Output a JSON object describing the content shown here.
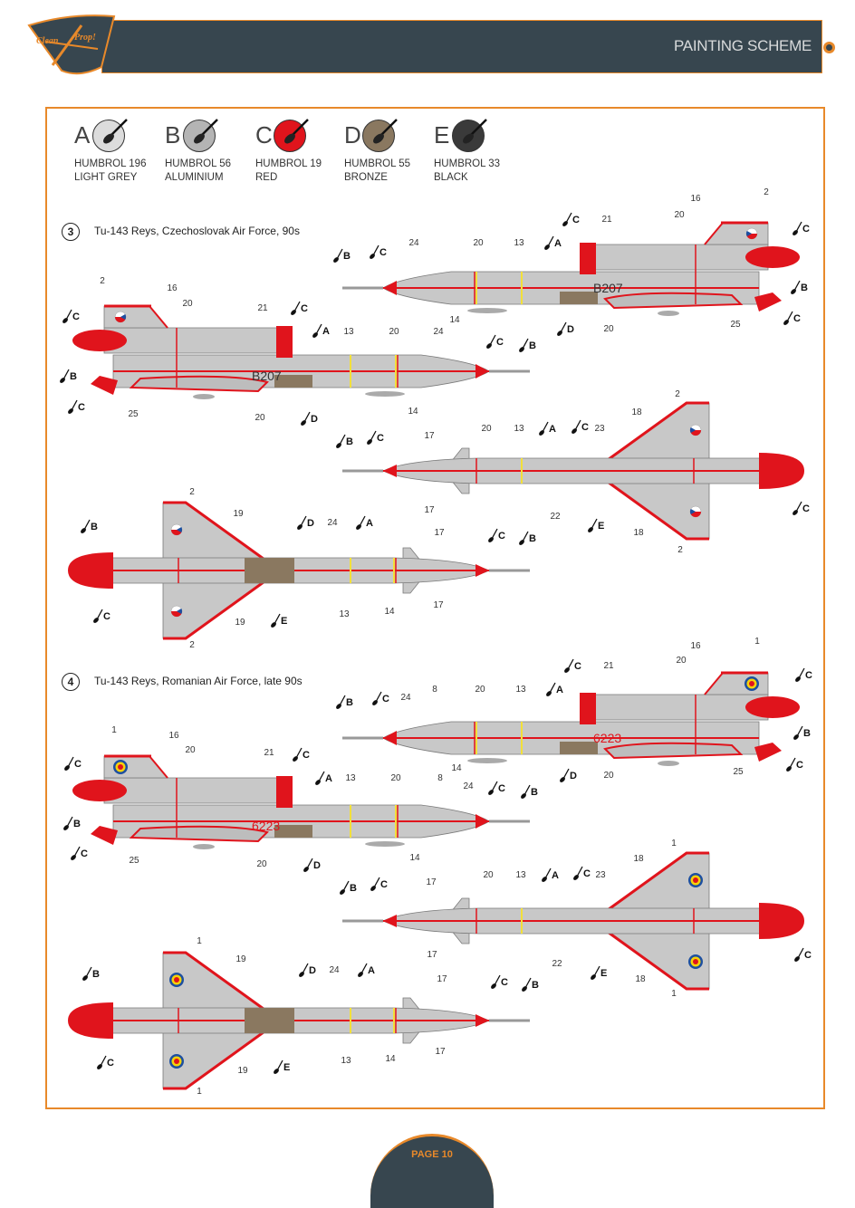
{
  "header": {
    "brand": "Clean Prop",
    "title": "PAINTING SCHEME"
  },
  "paints": [
    {
      "letter": "A",
      "code": "HUMBROL 196",
      "name": "LIGHT GREY",
      "color": "#dcdcdc"
    },
    {
      "letter": "B",
      "code": "HUMBROL 56",
      "name": "ALUMINIUM",
      "color": "#b4b4b4"
    },
    {
      "letter": "C",
      "code": "HUMBROL 19",
      "name": "RED",
      "color": "#e0141c"
    },
    {
      "letter": "D",
      "code": "HUMBROL 55",
      "name": "BRONZE",
      "color": "#8a7860"
    },
    {
      "letter": "E",
      "code": "HUMBROL 33",
      "name": "BLACK",
      "color": "#3a3a3a"
    }
  ],
  "schemes": [
    {
      "number": "3",
      "title": "Tu-143 Reys, Czechoslovak Air Force, 90s",
      "serial": "B207",
      "marking": "czech",
      "views": [
        {
          "callouts": [
            {
              "t": "B",
              "p": true
            },
            {
              "t": "C",
              "p": true
            },
            {
              "t": "24"
            },
            {
              "t": "20"
            },
            {
              "t": "13"
            },
            {
              "t": "A",
              "p": true
            },
            {
              "t": "C",
              "p": true
            },
            {
              "t": "21"
            },
            {
              "t": "20"
            },
            {
              "t": "16"
            },
            {
              "t": "2"
            },
            {
              "t": "C",
              "p": true
            },
            {
              "t": "B",
              "p": true
            },
            {
              "t": "C",
              "p": true
            },
            {
              "t": "25"
            },
            {
              "t": "20"
            },
            {
              "t": "D",
              "p": true
            },
            {
              "t": "14"
            }
          ]
        },
        {
          "callouts": [
            {
              "t": "2"
            },
            {
              "t": "16"
            },
            {
              "t": "20"
            },
            {
              "t": "21"
            },
            {
              "t": "C",
              "p": true
            },
            {
              "t": "A",
              "p": true
            },
            {
              "t": "13"
            },
            {
              "t": "20"
            },
            {
              "t": "24"
            },
            {
              "t": "C",
              "p": true
            },
            {
              "t": "B",
              "p": true
            },
            {
              "t": "C",
              "p": true
            },
            {
              "t": "B",
              "p": true
            },
            {
              "t": "C",
              "p": true
            },
            {
              "t": "25"
            },
            {
              "t": "20"
            },
            {
              "t": "D",
              "p": true
            },
            {
              "t": "14"
            }
          ]
        },
        {
          "callouts": [
            {
              "t": "17"
            },
            {
              "t": "20"
            },
            {
              "t": "13"
            },
            {
              "t": "A",
              "p": true
            },
            {
              "t": "C",
              "p": true
            },
            {
              "t": "23"
            },
            {
              "t": "18"
            },
            {
              "t": "2"
            },
            {
              "t": "B",
              "p": true
            },
            {
              "t": "C",
              "p": true
            },
            {
              "t": "17"
            },
            {
              "t": "22"
            },
            {
              "t": "E",
              "p": true
            },
            {
              "t": "18"
            },
            {
              "t": "2"
            },
            {
              "t": "C",
              "p": true
            }
          ]
        },
        {
          "callouts": [
            {
              "t": "2"
            },
            {
              "t": "19"
            },
            {
              "t": "D",
              "p": true
            },
            {
              "t": "24"
            },
            {
              "t": "A",
              "p": true
            },
            {
              "t": "17"
            },
            {
              "t": "C",
              "p": true
            },
            {
              "t": "B",
              "p": true
            },
            {
              "t": "B",
              "p": true
            },
            {
              "t": "C",
              "p": true
            },
            {
              "t": "19"
            },
            {
              "t": "E",
              "p": true
            },
            {
              "t": "2"
            },
            {
              "t": "13"
            },
            {
              "t": "14"
            },
            {
              "t": "17"
            }
          ]
        }
      ]
    },
    {
      "number": "4",
      "title": "Tu-143 Reys, Romanian Air Force, late 90s",
      "serial": "6223",
      "marking": "romania",
      "views": [
        {
          "callouts": [
            {
              "t": "B",
              "p": true
            },
            {
              "t": "C",
              "p": true
            },
            {
              "t": "24"
            },
            {
              "t": "8"
            },
            {
              "t": "20"
            },
            {
              "t": "13"
            },
            {
              "t": "A",
              "p": true
            },
            {
              "t": "C",
              "p": true
            },
            {
              "t": "21"
            },
            {
              "t": "20"
            },
            {
              "t": "16"
            },
            {
              "t": "1"
            },
            {
              "t": "C",
              "p": true
            },
            {
              "t": "B",
              "p": true
            },
            {
              "t": "C",
              "p": true
            },
            {
              "t": "25"
            },
            {
              "t": "20"
            },
            {
              "t": "D",
              "p": true
            },
            {
              "t": "14"
            }
          ]
        },
        {
          "callouts": [
            {
              "t": "1"
            },
            {
              "t": "16"
            },
            {
              "t": "20"
            },
            {
              "t": "21"
            },
            {
              "t": "C",
              "p": true
            },
            {
              "t": "A",
              "p": true
            },
            {
              "t": "13"
            },
            {
              "t": "20"
            },
            {
              "t": "8"
            },
            {
              "t": "24"
            },
            {
              "t": "C",
              "p": true
            },
            {
              "t": "B",
              "p": true
            },
            {
              "t": "C",
              "p": true
            },
            {
              "t": "B",
              "p": true
            },
            {
              "t": "C",
              "p": true
            },
            {
              "t": "25"
            },
            {
              "t": "20"
            },
            {
              "t": "D",
              "p": true
            },
            {
              "t": "14"
            }
          ]
        },
        {
          "callouts": [
            {
              "t": "17"
            },
            {
              "t": "20"
            },
            {
              "t": "13"
            },
            {
              "t": "A",
              "p": true
            },
            {
              "t": "C",
              "p": true
            },
            {
              "t": "23"
            },
            {
              "t": "18"
            },
            {
              "t": "1"
            },
            {
              "t": "B",
              "p": true
            },
            {
              "t": "C",
              "p": true
            },
            {
              "t": "17"
            },
            {
              "t": "22"
            },
            {
              "t": "E",
              "p": true
            },
            {
              "t": "18"
            },
            {
              "t": "1"
            },
            {
              "t": "C",
              "p": true
            }
          ]
        },
        {
          "callouts": [
            {
              "t": "1"
            },
            {
              "t": "19"
            },
            {
              "t": "D",
              "p": true
            },
            {
              "t": "24"
            },
            {
              "t": "A",
              "p": true
            },
            {
              "t": "17"
            },
            {
              "t": "C",
              "p": true
            },
            {
              "t": "B",
              "p": true
            },
            {
              "t": "B",
              "p": true
            },
            {
              "t": "C",
              "p": true
            },
            {
              "t": "19"
            },
            {
              "t": "E",
              "p": true
            },
            {
              "t": "1"
            },
            {
              "t": "13"
            },
            {
              "t": "14"
            },
            {
              "t": "17"
            }
          ]
        }
      ]
    }
  ],
  "footer": {
    "page": "PAGE 10"
  }
}
